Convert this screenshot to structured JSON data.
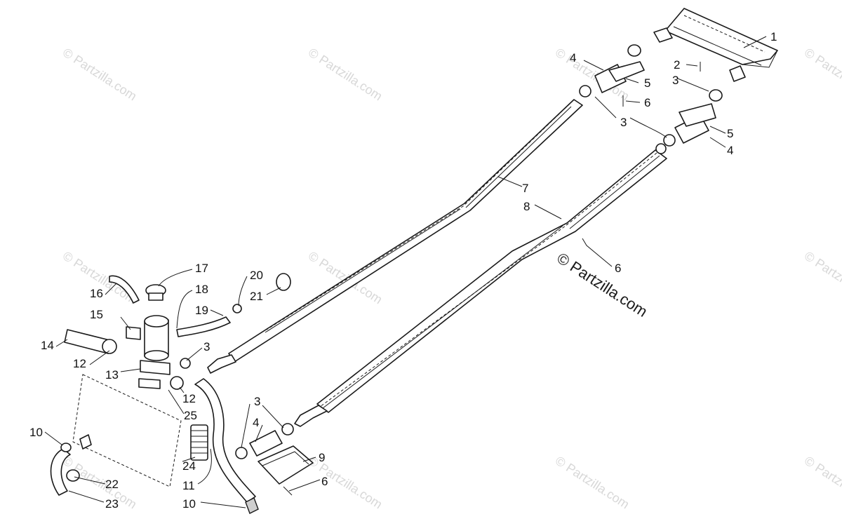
{
  "watermark": {
    "text": "© Partzilla.com",
    "color": "#d8d8d8",
    "main_color": "#1a1a1a"
  },
  "callouts": [
    {
      "id": "c1a",
      "label": "1"
    },
    {
      "id": "c2a",
      "label": "2"
    },
    {
      "id": "c3a",
      "label": "3"
    },
    {
      "id": "c3b",
      "label": "3"
    },
    {
      "id": "c3c",
      "label": "3"
    },
    {
      "id": "c3d",
      "label": "3"
    },
    {
      "id": "c4a",
      "label": "4"
    },
    {
      "id": "c4b",
      "label": "4"
    },
    {
      "id": "c4c",
      "label": "4"
    },
    {
      "id": "c5a",
      "label": "5"
    },
    {
      "id": "c5b",
      "label": "5"
    },
    {
      "id": "c6a",
      "label": "6"
    },
    {
      "id": "c6b",
      "label": "6"
    },
    {
      "id": "c6c",
      "label": "6"
    },
    {
      "id": "c7a",
      "label": "7"
    },
    {
      "id": "c8a",
      "label": "8"
    },
    {
      "id": "c9a",
      "label": "9"
    },
    {
      "id": "c10a",
      "label": "10"
    },
    {
      "id": "c10b",
      "label": "10"
    },
    {
      "id": "c11a",
      "label": "11"
    },
    {
      "id": "c12a",
      "label": "12"
    },
    {
      "id": "c12b",
      "label": "12"
    },
    {
      "id": "c13a",
      "label": "13"
    },
    {
      "id": "c14a",
      "label": "14"
    },
    {
      "id": "c15a",
      "label": "15"
    },
    {
      "id": "c16a",
      "label": "16"
    },
    {
      "id": "c17a",
      "label": "17"
    },
    {
      "id": "c18a",
      "label": "18"
    },
    {
      "id": "c19a",
      "label": "19"
    },
    {
      "id": "c20a",
      "label": "20"
    },
    {
      "id": "c21a",
      "label": "21"
    },
    {
      "id": "c22a",
      "label": "22"
    },
    {
      "id": "c23a",
      "label": "23"
    },
    {
      "id": "c24a",
      "label": "24"
    },
    {
      "id": "c25a",
      "label": "25"
    }
  ]
}
